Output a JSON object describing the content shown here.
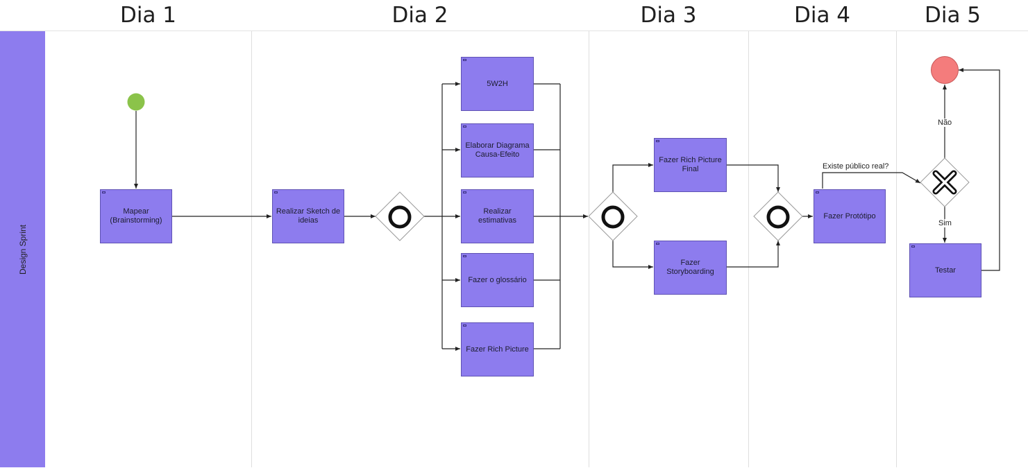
{
  "days": [
    {
      "id": "dia1",
      "label": "Dia 1"
    },
    {
      "id": "dia2",
      "label": "Dia 2"
    },
    {
      "id": "dia3",
      "label": "Dia 3"
    },
    {
      "id": "dia4",
      "label": "Dia 4"
    },
    {
      "id": "dia5",
      "label": "Dia 5"
    }
  ],
  "pool": {
    "label": "Design Sprint"
  },
  "tasks": {
    "mapear": "Mapear (Brainstorming)",
    "sketch": "Realizar Sketch de ideias",
    "w2h": "5W2H",
    "diagrama": "Elaborar Diagrama Causa-Efeito",
    "estimativas": "Realizar estimativas",
    "glossario": "Fazer o glossário",
    "richpicture": "Fazer Rich Picture",
    "richpicture_final": "Fazer Rich Picture Final",
    "storyboarding": "Fazer Storyboarding",
    "prototipo": "Fazer Protótipo",
    "testar": "Testar"
  },
  "edge_labels": {
    "question": "Existe público real?",
    "no": "Não",
    "yes": "Sim"
  },
  "colors": {
    "task_fill": "#8d7cee",
    "start_event": "#8bc34a",
    "end_event": "#f47c7c"
  }
}
